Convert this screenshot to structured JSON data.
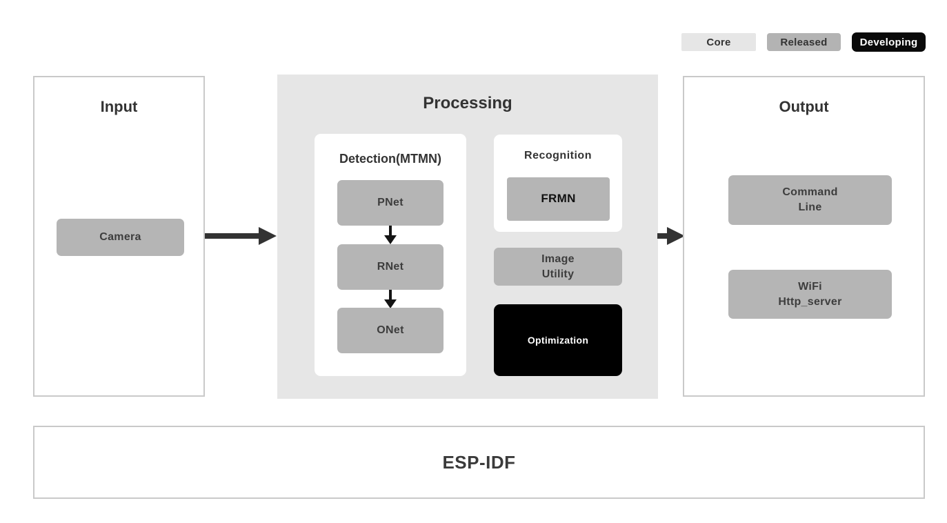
{
  "colors": {
    "page_background": "#ffffff",
    "processing_panel_bg": "#e6e6e6",
    "node_gray": "#b5b5b5",
    "developing_black": "#0a0a0a",
    "panel_border": "#c9c9c9",
    "text_dark": "#333333",
    "arrow": "#333333"
  },
  "legend": {
    "items": [
      {
        "label": "Core",
        "color": "#e6e6e6"
      },
      {
        "label": "Released",
        "color": "#b3b3b3"
      },
      {
        "label": "Developing",
        "color": "#0a0a0a"
      }
    ]
  },
  "diagram": {
    "input": {
      "title": "Input",
      "camera_label": "Camera"
    },
    "processing": {
      "title": "Processing",
      "detection": {
        "title": "Detection(MTMN)",
        "nodes": [
          "PNet",
          "RNet",
          "ONet"
        ]
      },
      "recognition": {
        "title": "Recognition",
        "nodes": [
          "FRMN"
        ]
      },
      "image_utility": {
        "line1": "Image",
        "line2": "Utility"
      },
      "optimization": {
        "label": "Optimization"
      }
    },
    "output": {
      "title": "Output",
      "nodes": [
        {
          "line1": "Command",
          "line2": "Line"
        },
        {
          "line1": "WiFi",
          "line2": "Http_server"
        }
      ]
    },
    "foundation": {
      "title": "ESP-IDF"
    }
  }
}
